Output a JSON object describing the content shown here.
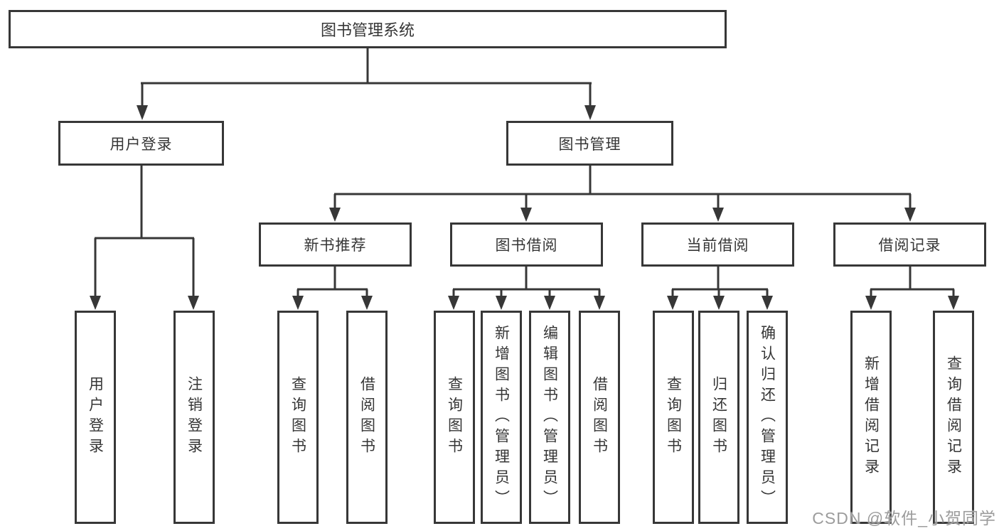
{
  "diagram": {
    "title": "图书管理系统",
    "branches": [
      {
        "label": "用户登录",
        "children": [
          {
            "label": "用户登录"
          },
          {
            "label": "注销登录"
          }
        ]
      },
      {
        "label": "图书管理",
        "sections": [
          {
            "label": "新书推荐",
            "children": [
              {
                "label": "查询图书"
              },
              {
                "label": "借阅图书"
              }
            ]
          },
          {
            "label": "图书借阅",
            "children": [
              {
                "label": "查询图书"
              },
              {
                "label": "新增图书（管理员）"
              },
              {
                "label": "编辑图书（管理员）"
              },
              {
                "label": "借阅图书"
              }
            ]
          },
          {
            "label": "当前借阅",
            "children": [
              {
                "label": "查询图书"
              },
              {
                "label": "归还图书"
              },
              {
                "label": "确认归还（管理员）"
              }
            ]
          },
          {
            "label": "借阅记录",
            "children": [
              {
                "label": "新增借阅记录"
              },
              {
                "label": "查询借阅记录"
              }
            ]
          }
        ]
      }
    ]
  },
  "watermark": {
    "text": "CSDN @软件_小贺同学"
  },
  "colors": {
    "line": "#373737",
    "border": "#373737",
    "text": "#363636",
    "watermark_text": "#9c9c9c",
    "background": "#ffffff"
  }
}
